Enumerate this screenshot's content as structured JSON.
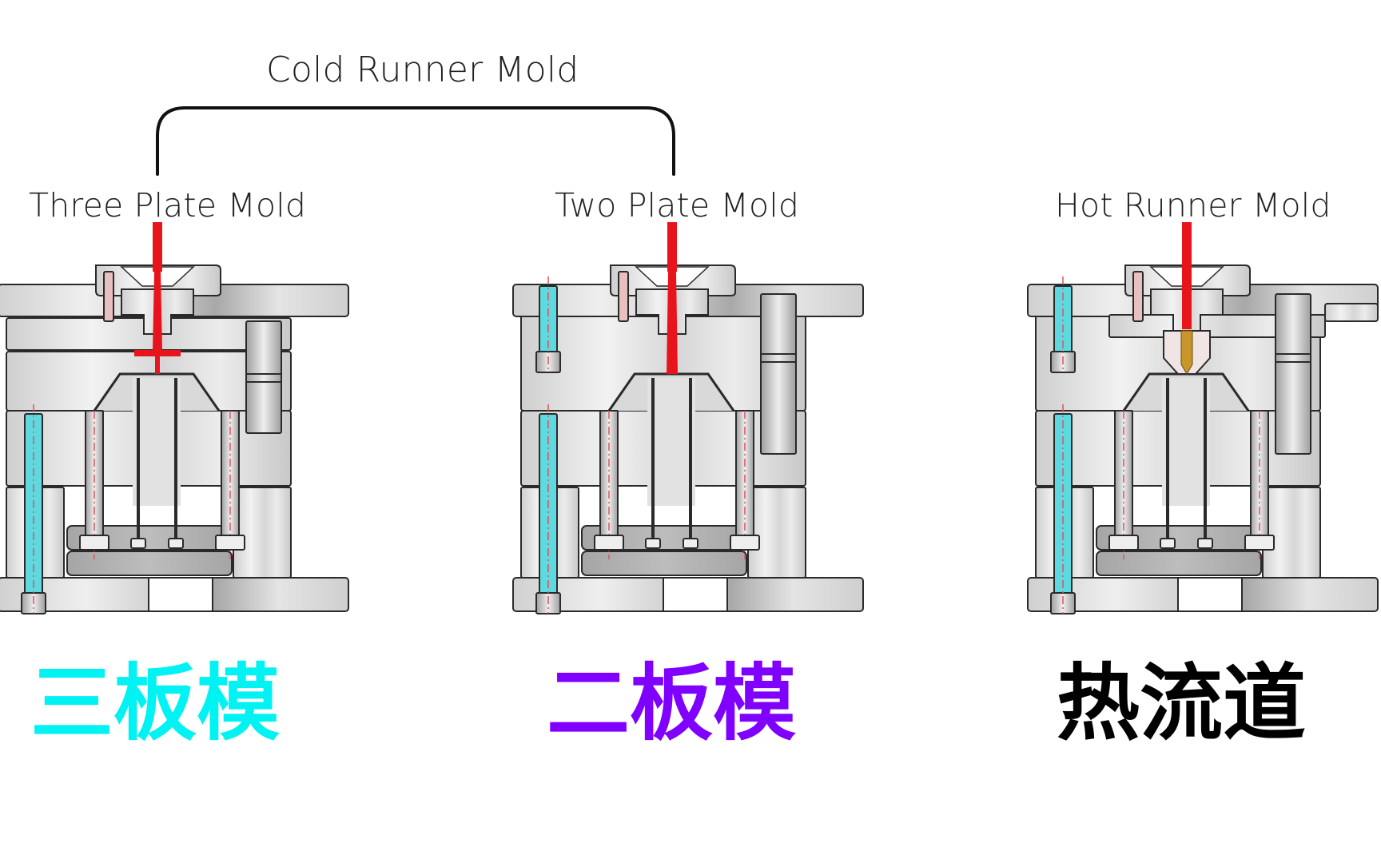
{
  "header": {
    "group_title": "Cold Runner Mold"
  },
  "molds": [
    {
      "id": "three-plate",
      "label": "Three Plate Mold",
      "cn_label": "三板模",
      "cn_color": "#00F2F2"
    },
    {
      "id": "two-plate",
      "label": "Two Plate Mold",
      "cn_label": "二板模",
      "cn_color": "#8000FF"
    },
    {
      "id": "hot-runner",
      "label": "Hot Runner Mold",
      "cn_label": "热流道",
      "cn_color": "#000000"
    }
  ],
  "colors": {
    "melt": "#E8141C",
    "steel_light": "#E2E2E2",
    "steel_mid": "#C4C4C4",
    "steel_dark": "#9A9A9A",
    "outline": "#2A2A2A",
    "screw_accent": "#5FD9E0",
    "nozzle_tip": "#C8962A"
  }
}
